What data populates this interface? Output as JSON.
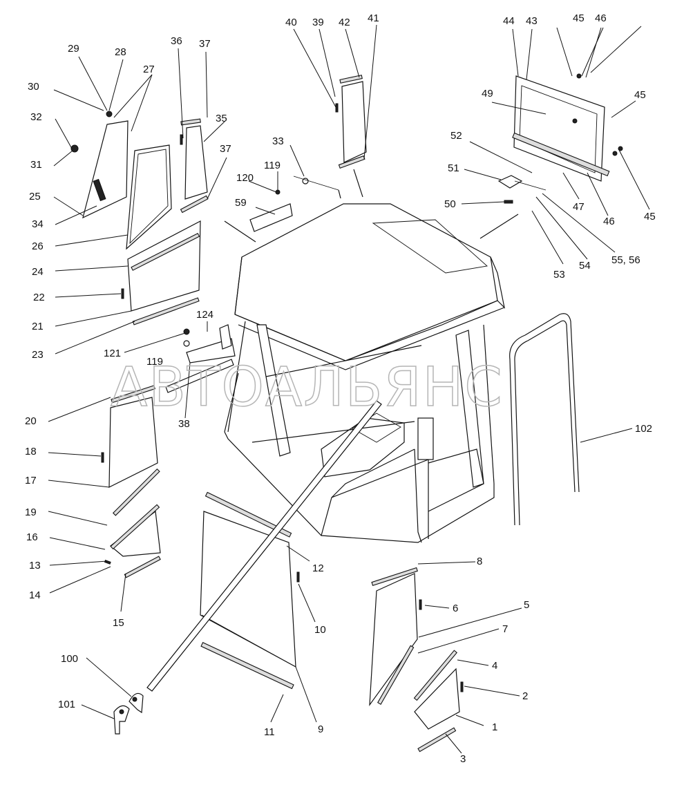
{
  "watermark": "АВТОАЛЬЯНС",
  "callouts": [
    "1",
    "2",
    "3",
    "4",
    "5",
    "6",
    "7",
    "8",
    "9",
    "10",
    "11",
    "12",
    "13",
    "14",
    "15",
    "16",
    "17",
    "18",
    "19",
    "20",
    "21",
    "22",
    "23",
    "24",
    "25",
    "26",
    "27",
    "28",
    "29",
    "30",
    "31",
    "32",
    "33",
    "34",
    "35",
    "36",
    "37",
    "38",
    "39",
    "40",
    "41",
    "42",
    "43",
    "44",
    "45",
    "46",
    "47",
    "49",
    "50",
    "51",
    "52",
    "53",
    "54",
    "55, 56",
    "59",
    "100",
    "101",
    "102",
    "119",
    "120",
    "121",
    "124"
  ]
}
